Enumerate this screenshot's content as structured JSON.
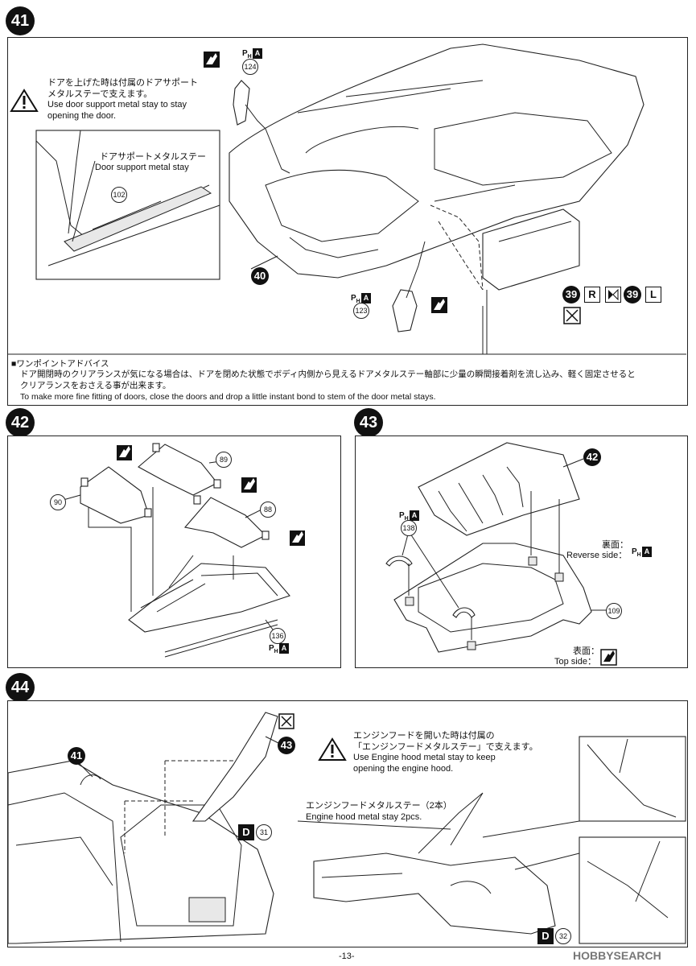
{
  "steps": {
    "s41": {
      "number": "41",
      "caution_jp": "ドアを上げた時は付属のドアサポート\nメタルステーで支えます。",
      "caution_en": "Use door support metal stay to stay\nopening the door.",
      "inset_label_jp": "ドアサポートメタルステー",
      "inset_label_en": "Door support metal stay",
      "inset_part": "102",
      "part_124": "124",
      "part_123": "123",
      "body_ref": "40",
      "ref_39_a": "39",
      "ref_R": "R",
      "ref_39_b": "39",
      "ref_L": "L",
      "tip_heading": "■ワンポイントアドバイス",
      "tip_line1": "ドア開閉時のクリアランスが気になる場合は、ドアを閉めた状態でボディ内側から見えるドアメタルステー軸部に少量の瞬間接着剤を流し込み、軽く固定させると",
      "tip_line2": "クリアランスをおさえる事が出来ます。",
      "tip_line3": "To make more fine fitting of doors, close the doors and drop a little instant bond to stem of the door metal stays."
    },
    "s42": {
      "number": "42",
      "part_89": "89",
      "part_90": "90",
      "part_88": "88",
      "part_136": "136"
    },
    "s43": {
      "number": "43",
      "sub_ref": "42",
      "part_138": "138",
      "part_109": "109",
      "reverse_jp": "裏面：",
      "reverse_en": "Reverse side：",
      "top_jp": "表面：",
      "top_en": "Top side："
    },
    "s44": {
      "number": "44",
      "ref_41": "41",
      "ref_43": "43",
      "ref_D1": "D",
      "part_31": "31",
      "caution_jp": "エンジンフードを開いた時は付属の\n「エンジンフードメタルステー」で支えます。",
      "caution_en": "Use Engine hood metal stay to keep\nopening the engine hood.",
      "stay_jp": "エンジンフードメタルステー（2本）",
      "stay_en": "Engine hood metal stay 2pcs.",
      "ref_D2": "D",
      "part_32": "32"
    }
  },
  "ph_label": "P",
  "ph_sub": "H",
  "ph_box": "A",
  "page_number": "-13-",
  "watermark": "HOBBYSEARCH",
  "icons": {
    "caution": "caution-triangle-icon",
    "paint": "paint-brush-icon",
    "cut": "cut-scissors-icon",
    "flip": "flip-part-icon"
  }
}
